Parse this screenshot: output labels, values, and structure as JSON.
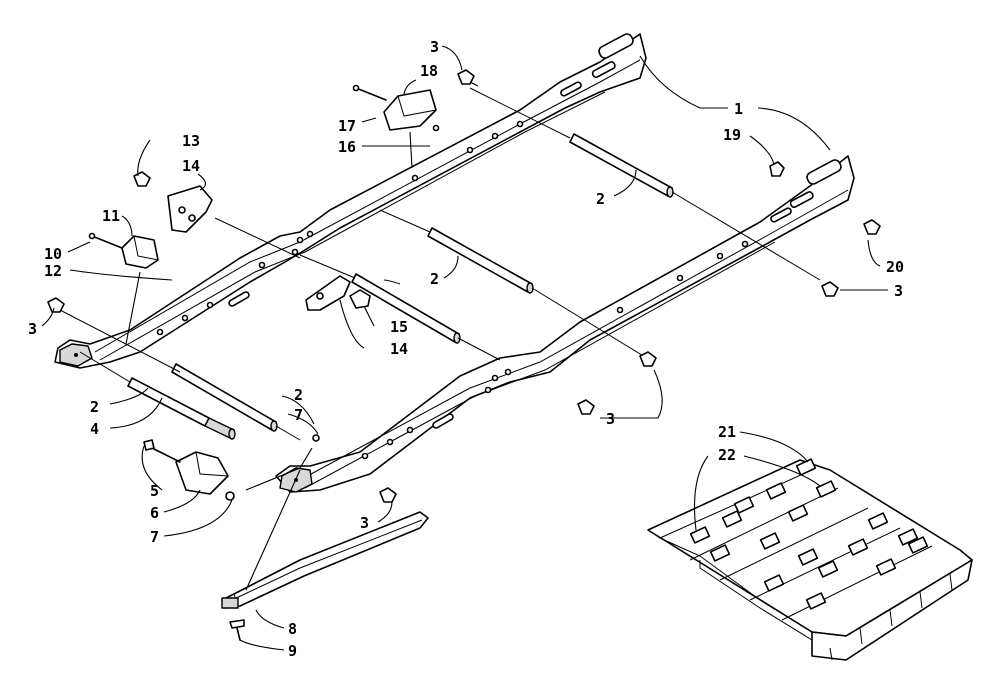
{
  "callouts": {
    "c1": "1",
    "c2a": "2",
    "c2b": "2",
    "c2c": "2",
    "c2d": "2",
    "c3a": "3",
    "c3b": "3",
    "c3c": "3",
    "c3d": "3",
    "c3e": "3",
    "c4": "4",
    "c5": "5",
    "c6": "6",
    "c7a": "7",
    "c7b": "7",
    "c8": "8",
    "c9": "9",
    "c10": "10",
    "c11": "11",
    "c12": "12",
    "c13": "13",
    "c14a": "14",
    "c14b": "14",
    "c15": "15",
    "c16": "16",
    "c17": "17",
    "c18": "18",
    "c19": "19",
    "c20": "20",
    "c21": "21",
    "c22": "22"
  }
}
